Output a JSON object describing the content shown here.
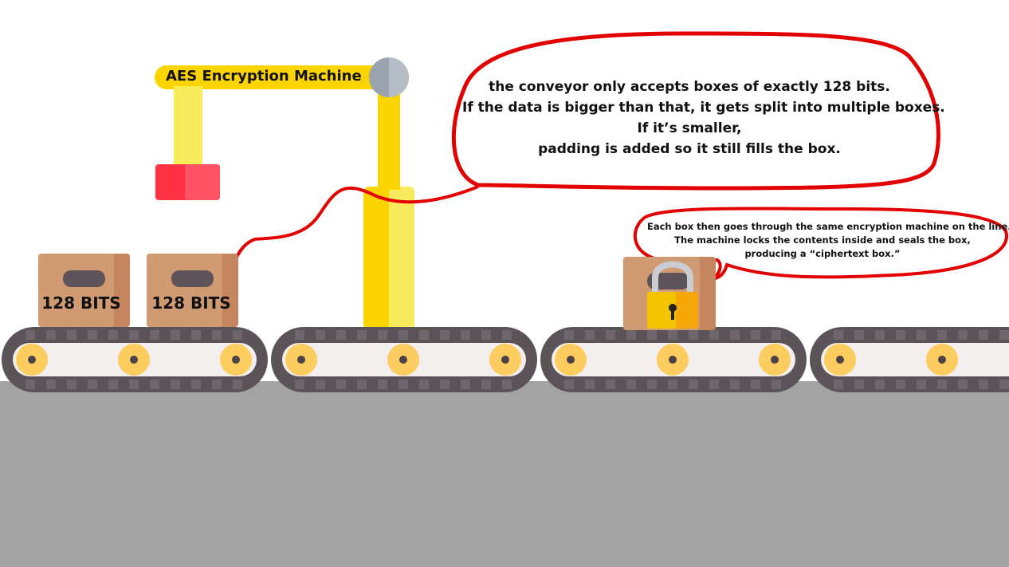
{
  "machine": {
    "label": "AES Encryption Machine"
  },
  "boxes": [
    {
      "label": "128 BITS"
    },
    {
      "label": "128 BITS"
    }
  ],
  "callout_main": {
    "lines": [
      "the conveyor only accepts boxes of exactly 128 bits.",
      "If the data is bigger than that, it gets split into multiple boxes.",
      "If it’s smaller,",
      "padding is added so it still fills the box."
    ]
  },
  "callout_small": {
    "lines": [
      "Each box then goes through the same encryption machine on the line.",
      "The machine locks the contents inside and seals the box,",
      "producing a “ciphertext box.”"
    ]
  },
  "colors": {
    "callout_outline": "#e30000",
    "arm_yellow": "#fcd500",
    "arm_light": "#f8eb5c",
    "gripper_red": "#ff3344",
    "box_brown": "#d09a72",
    "box_dark": "#c4855f",
    "belt_dark": "#5a5458",
    "belt_light": "#f2efee",
    "roller_gold": "#fdcc5e",
    "floor_gray": "#a3a3a3",
    "lock_gold": "#f0b400"
  }
}
